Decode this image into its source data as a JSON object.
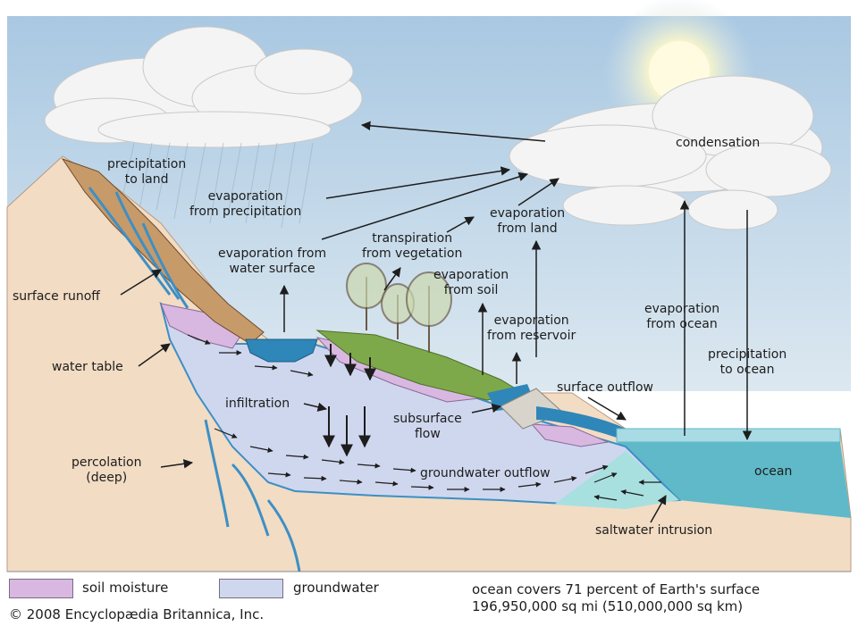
{
  "labels": {
    "precipitation_to_land": "precipitation\nto land",
    "evaporation_from_precipitation": "evaporation\nfrom precipitation",
    "evaporation_from_land": "evaporation\nfrom land",
    "condensation": "condensation",
    "transpiration_from_vegetation": "transpiration\nfrom vegetation",
    "evaporation_from_water_surface": "evaporation from\nwater surface",
    "surface_runoff": "surface runoff",
    "evaporation_from_soil": "evaporation\nfrom soil",
    "evaporation_from_ocean": "evaporation\nfrom ocean",
    "evaporation_from_reservoir": "evaporation\nfrom reservoir",
    "precipitation_to_ocean": "precipitation\nto ocean",
    "water_table": "water table",
    "surface_outflow": "surface outflow",
    "infiltration": "infiltration",
    "subsurface_flow": "subsurface\nflow",
    "percolation_deep": "percolation\n(deep)",
    "groundwater_outflow": "groundwater outflow",
    "ocean": "ocean",
    "saltwater_intrusion": "saltwater intrusion"
  },
  "legend": {
    "soil_moisture": "soil moisture",
    "groundwater": "groundwater"
  },
  "footer": {
    "copyright": "© 2008 Encyclopædia Britannica, Inc.",
    "ocean_fact_line1": "ocean covers 71 percent of Earth's surface",
    "ocean_fact_line2": "196,950,000 sq mi (510,000,000 sq km)"
  },
  "colors": {
    "sky": "#b9d3e6",
    "cloud": "#f4f4f4",
    "sun": "#fff8d0",
    "land": "#f2dcc4",
    "soil_moisture": "#d8b8e0",
    "groundwater": "#cfd7ee",
    "ocean": "#8fd0da",
    "ocean_side": "#5fb9c8",
    "stream": "#3d8fc4",
    "vegetation": "#7ea94a",
    "rock": "#c79a6a"
  }
}
